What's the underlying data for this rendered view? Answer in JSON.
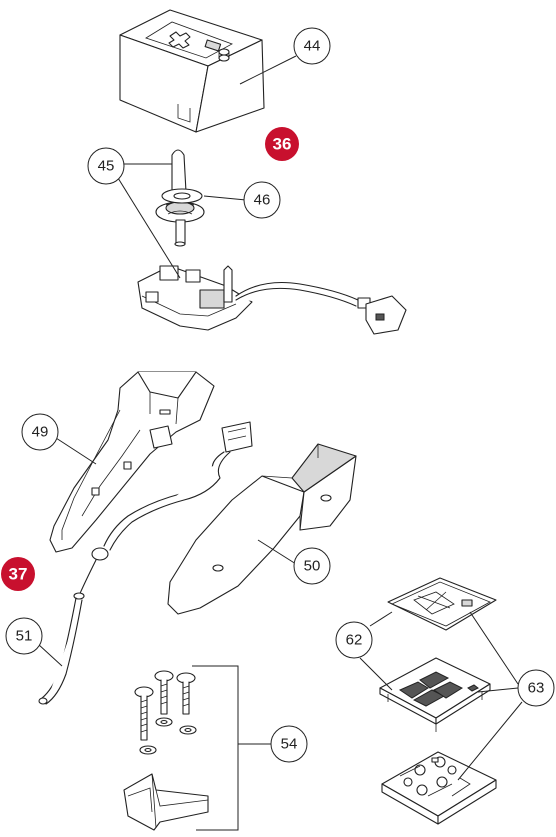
{
  "colors": {
    "group_badge": "#c8102e",
    "line": "#222222",
    "callout_fill": "#ffffff"
  },
  "group_badges": [
    {
      "id": "g36",
      "label": "36"
    },
    {
      "id": "g37",
      "label": "37"
    }
  ],
  "callouts": [
    {
      "id": "c44",
      "label": "44"
    },
    {
      "id": "c45",
      "label": "45"
    },
    {
      "id": "c46",
      "label": "46"
    },
    {
      "id": "c49",
      "label": "49"
    },
    {
      "id": "c50",
      "label": "50"
    },
    {
      "id": "c51",
      "label": "51"
    },
    {
      "id": "c54",
      "label": "54"
    },
    {
      "id": "c62",
      "label": "62"
    },
    {
      "id": "c63",
      "label": "63"
    }
  ]
}
